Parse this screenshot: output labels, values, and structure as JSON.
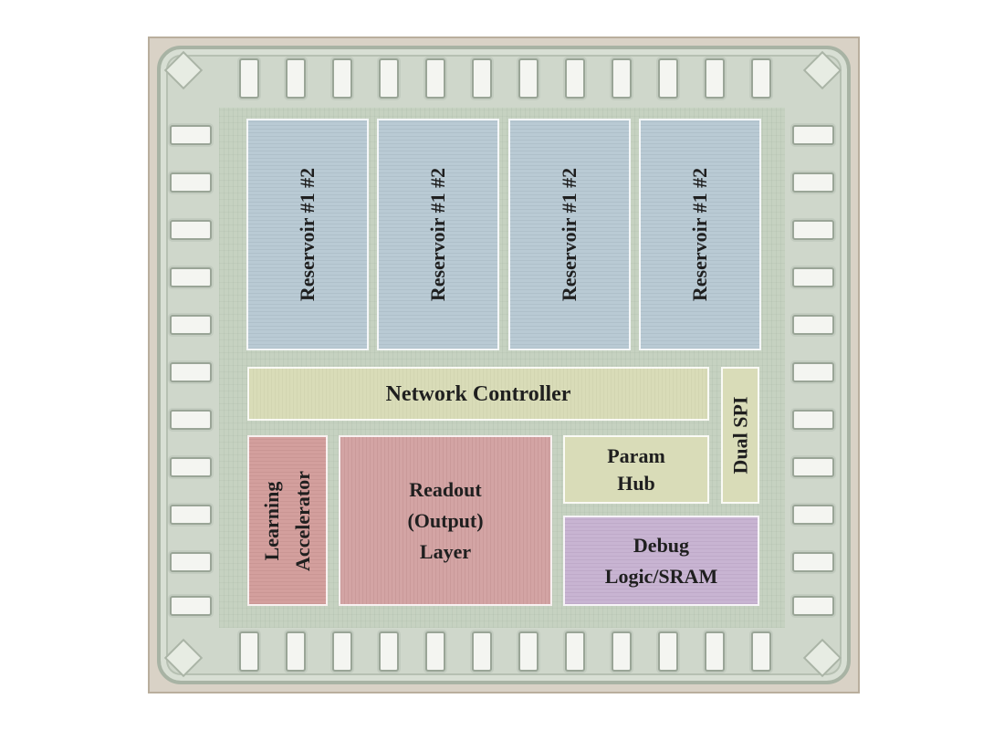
{
  "die": {
    "reservoirs": [
      {
        "label": "Reservoir #1 #2"
      },
      {
        "label": "Reservoir #1 #2"
      },
      {
        "label": "Reservoir #1 #2"
      },
      {
        "label": "Reservoir #1 #2"
      }
    ],
    "network_controller": {
      "label": "Network Controller"
    },
    "dual_spi": {
      "label": "Dual SPI"
    },
    "learning_accelerator": {
      "line1": "Learning",
      "line2": "Accelerator"
    },
    "readout": {
      "line1": "Readout",
      "line2": "(Output)",
      "line3": "Layer"
    },
    "param_hub": {
      "line1": "Param",
      "line2": "Hub"
    },
    "debug": {
      "line1": "Debug",
      "line2": "Logic/SRAM"
    }
  }
}
